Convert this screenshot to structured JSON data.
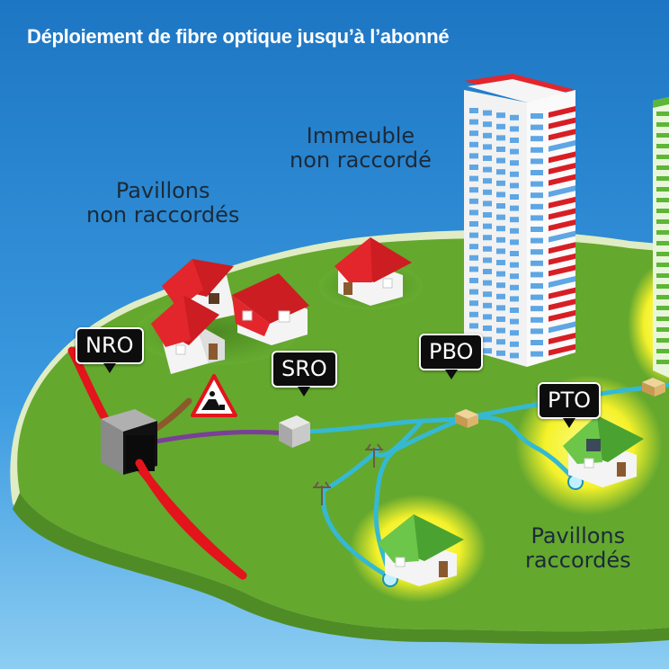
{
  "title": "Déploiement de fibre optique jusqu’à l’abonné",
  "labels": {
    "immeuble": [
      "Immeuble",
      "non raccordé"
    ],
    "pavillons_non": [
      "Pavillons",
      "non raccordés"
    ],
    "pavillons_ok": [
      "Pavillons",
      "raccordés"
    ]
  },
  "tags": {
    "nro": "NRO",
    "sro": "SRO",
    "pbo": "PBO",
    "pto": "PTO"
  },
  "colors": {
    "sky": "#2f8fd8",
    "ground": "#5fa32c",
    "ground_edge": "#d2e3b0",
    "backbone_cable": "#e3141b",
    "transport_cable": "#7a3f98",
    "distribution_cable": "#35b9d3",
    "connected_glow": "#f6f226",
    "roof_connected": "#5db636",
    "roof_unconnected": "#d81e25",
    "building_balcony_red": "#d81e25",
    "building_window_blue": "#5fa6e4"
  },
  "icons": [
    "warning-roadworks-icon",
    "house-icon",
    "building-icon",
    "cable-box-icon",
    "utility-pole-icon"
  ]
}
